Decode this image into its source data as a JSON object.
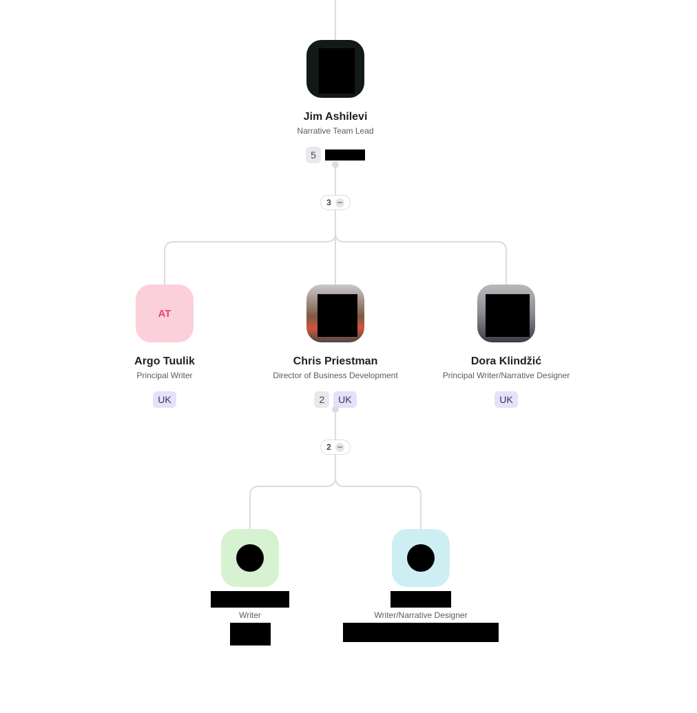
{
  "colors": {
    "connector": "#dcdce0",
    "location_tag_bg": "#e3e1fb",
    "count_tag_bg": "#e9e9ec",
    "initials_avatar_bg": "#fcd0da",
    "initials_text": "#e8456b",
    "green_avatar_bg": "#d7f2d0",
    "blue_avatar_bg": "#cdeff4"
  },
  "root": {
    "name": "Jim Ashilevi",
    "role": "Narrative Team Lead",
    "reports_count": "5",
    "avatar_icon": "photo-avatar-redacted"
  },
  "root_group": {
    "count": "3",
    "collapse_icon": "minus-icon"
  },
  "level1": [
    {
      "name": "Argo Tuulik",
      "role": "Principal Writer",
      "initials": "AT",
      "location": "UK"
    },
    {
      "name": "Chris Priestman",
      "role": "Director of Business Development",
      "reports_count": "2",
      "location": "UK",
      "avatar_icon": "photo-avatar-redacted"
    },
    {
      "name": "Dora Klindžić",
      "role": "Principal Writer/Narrative Designer",
      "location": "UK",
      "avatar_icon": "photo-avatar-redacted"
    }
  ],
  "chris_group": {
    "count": "2",
    "collapse_icon": "minus-icon"
  },
  "level2": [
    {
      "role": "Writer",
      "avatar_icon": "person-avatar-icon"
    },
    {
      "role": "Writer/Narrative Designer",
      "avatar_icon": "person-avatar-icon"
    }
  ]
}
